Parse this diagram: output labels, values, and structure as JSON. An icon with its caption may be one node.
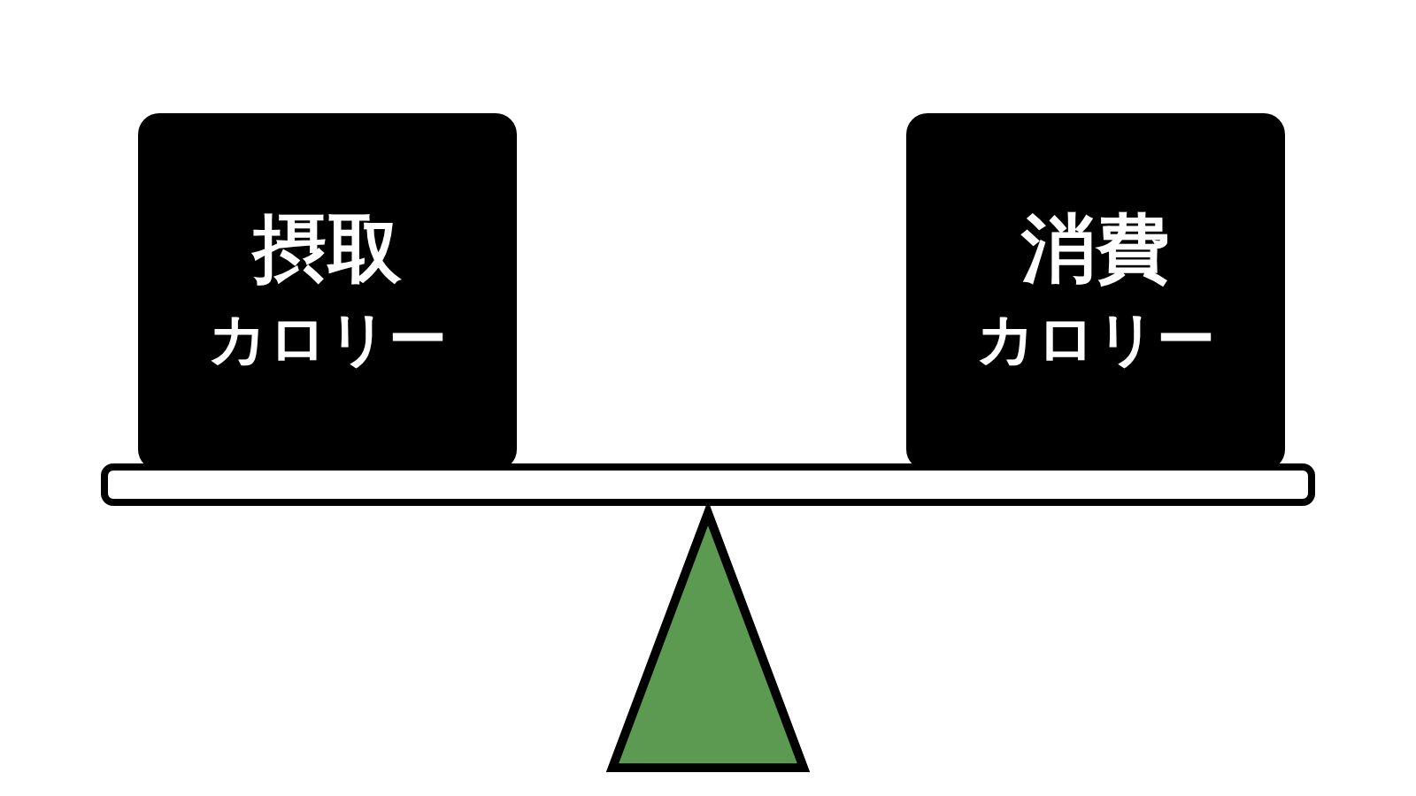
{
  "diagram": {
    "nodes": [
      {
        "text": [
          "摂取",
          "カロリー"
        ]
      },
      {
        "text": [
          "消費",
          "カロリー"
        ]
      },
      {
        "text": [],
        "shape": "bar"
      },
      {
        "text": [],
        "shape": "triangle"
      }
    ]
  }
}
